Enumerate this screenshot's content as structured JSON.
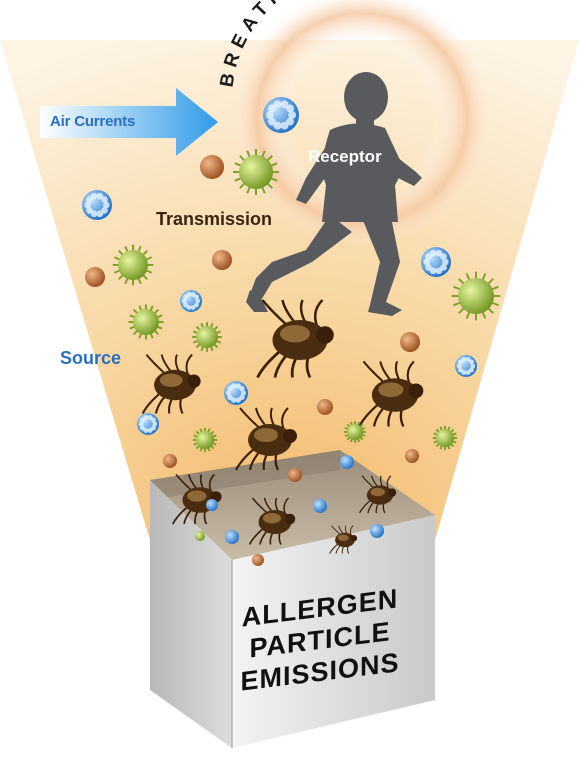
{
  "diagram": {
    "arc_label": "BREATHING ZONE",
    "air_currents_label": "Air Currents",
    "receptor_label": "Receptor",
    "transmission_label": "Transmission",
    "source_label": "Source",
    "box_lines": [
      "ALLERGEN",
      "PARTICLE",
      "EMISSIONS"
    ]
  },
  "colors": {
    "label_blue": "#2a6fc0",
    "transmission_brown": "#3a2410",
    "cone_cream": "#fdf1da",
    "cone_orange": "#f3b868",
    "silhouette": "#5a5a5e",
    "mite_brown": "#4a2c10",
    "particle_blue": "#3a8fe0",
    "particle_green": "#9bbe3a",
    "particle_orange": "#c8732e",
    "box_gray": "#d8d8d8"
  },
  "icons": [
    "arrow-right-icon",
    "child-runner-icon",
    "dust-mite-icon",
    "pollen-icon",
    "spore-icon",
    "dander-icon"
  ]
}
